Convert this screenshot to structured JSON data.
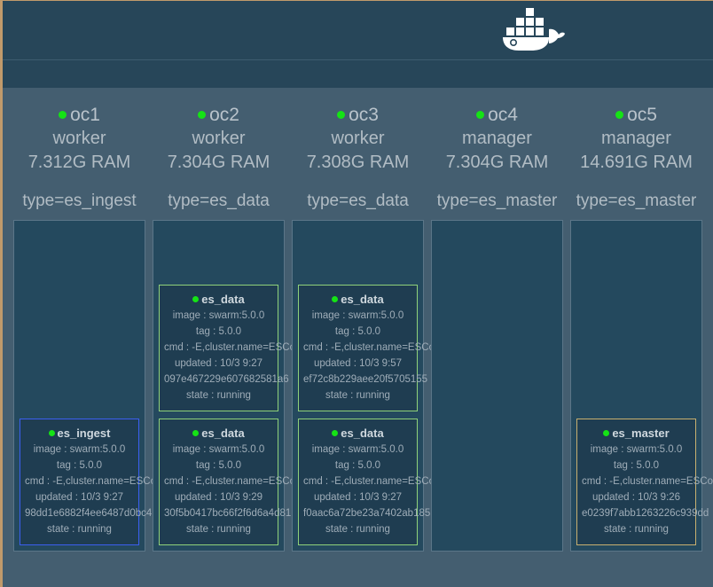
{
  "header": {
    "logo_icon": "docker-whale-logo"
  },
  "nodes": [
    {
      "name": "oc1",
      "status": "online",
      "role": "worker",
      "ram": "7.312G RAM",
      "label": "type=es_ingest",
      "containers": [
        {
          "name": "es_ingest",
          "type": "ingest",
          "status": "online",
          "image": "image : swarm:5.0.0",
          "tag": "tag : 5.0.0",
          "cmd": "cmd : -E,cluster.name=ESCo",
          "updated": "updated : 10/3 9:27",
          "hash": "98dd1e6882f4ee6487d0bc4",
          "state": "state : running"
        }
      ]
    },
    {
      "name": "oc2",
      "status": "online",
      "role": "worker",
      "ram": "7.304G RAM",
      "label": "type=es_data",
      "containers": [
        {
          "name": "es_data",
          "type": "data",
          "status": "online",
          "image": "image : swarm:5.0.0",
          "tag": "tag : 5.0.0",
          "cmd": "cmd : -E,cluster.name=ESCo",
          "updated": "updated : 10/3 9:27",
          "hash": "097e467229e607682581a6",
          "state": "state : running"
        },
        {
          "name": "es_data",
          "type": "data",
          "status": "online",
          "image": "image : swarm:5.0.0",
          "tag": "tag : 5.0.0",
          "cmd": "cmd : -E,cluster.name=ESCo",
          "updated": "updated : 10/3 9:29",
          "hash": "30f5b0417bc66f2f6d6a4d81",
          "state": "state : running"
        }
      ]
    },
    {
      "name": "oc3",
      "status": "online",
      "role": "worker",
      "ram": "7.308G RAM",
      "label": "type=es_data",
      "containers": [
        {
          "name": "es_data",
          "type": "data",
          "status": "online",
          "image": "image : swarm:5.0.0",
          "tag": "tag : 5.0.0",
          "cmd": "cmd : -E,cluster.name=ESCo",
          "updated": "updated : 10/3 9:57",
          "hash": "ef72c8b229aee20f5705155",
          "state": "state : running"
        },
        {
          "name": "es_data",
          "type": "data",
          "status": "online",
          "image": "image : swarm:5.0.0",
          "tag": "tag : 5.0.0",
          "cmd": "cmd : -E,cluster.name=ESCo",
          "updated": "updated : 10/3 9:27",
          "hash": "f0aac6a72be23a7402ab185",
          "state": "state : running"
        }
      ]
    },
    {
      "name": "oc4",
      "status": "online",
      "role": "manager",
      "ram": "7.304G RAM",
      "label": "type=es_master",
      "containers": []
    },
    {
      "name": "oc5",
      "status": "online",
      "role": "manager",
      "ram": "14.691G RAM",
      "label": "type=es_master",
      "containers": [
        {
          "name": "es_master",
          "type": "master",
          "status": "online",
          "image": "image : swarm:5.0.0",
          "tag": "tag : 5.0.0",
          "cmd": "cmd : -E,cluster.name=ESCo",
          "updated": "updated : 10/3 9:26",
          "hash": "e0239f7abb1263226c939dd",
          "state": "state : running"
        }
      ]
    }
  ],
  "colors": {
    "page_bg": "#445e70",
    "header_bg": "#274659",
    "panel_bg": "#24495e",
    "card_bg": "#1f3d51",
    "status_dot": "#15e315",
    "border_ingest": "#3b5ff0",
    "border_data": "#8fd17a",
    "border_master": "#c8b070"
  }
}
